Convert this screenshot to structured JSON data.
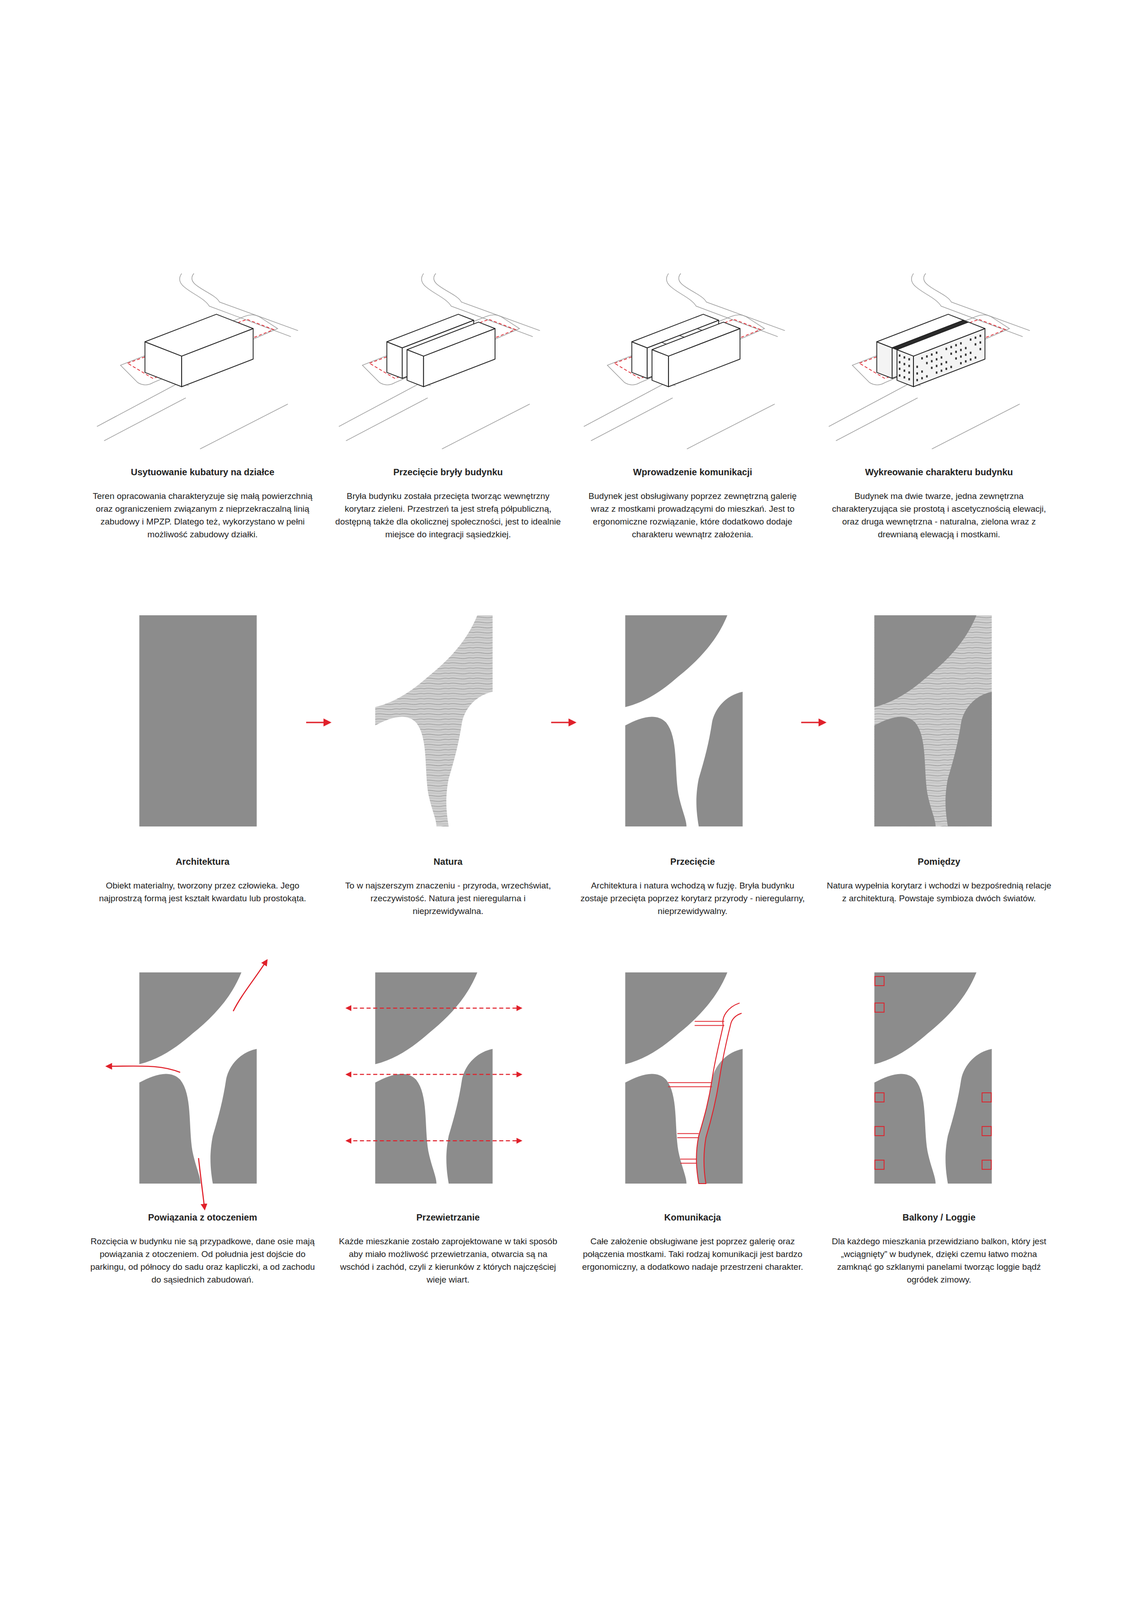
{
  "diagram": {
    "labels": [
      "Usytuowanie kubatury na działce",
      "Teren opracowania charakteryzuje się małą powierzchnią oraz ograniczeniem związanym z nieprzekraczalną linią zabudowy i MPZP. Dlatego też, wykorzystano w pełni możliwość zabudowy działki.",
      "Przecięcie bryły budynku",
      "Bryła budynku została przecięta tworząc wewnętrzny korytarz zieleni. Przestrzeń ta jest strefą półpubliczną, dostępną także dla okolicznej społeczności, jest to idealnie miejsce do integracji sąsiedzkiej.",
      "Wprowadzenie komunikacji",
      "Budynek jest obsługiwany poprzez zewnętrzną galerię wraz z mostkami prowadzącymi do mieszkań. Jest to ergonomiczne rozwiązanie, które dodatkowo dodaje charakteru wewnątrz założenia.",
      "Wykreowanie charakteru budynku",
      "Budynek ma dwie twarze, jedna zewnętrzna charakteryzująca sie prostotą i ascetycznością elewacji, oraz druga wewnętrzna - naturalna, zielona wraz z drewnianą elewacją i mostkami.",
      "Architektura",
      "Obiekt materialny, tworzony przez człowieka. Jego najprostrzą formą jest kształt kwardatu lub prostokąta.",
      "Natura",
      "To w najszerszym znaczeniu - przyroda, wrzechświat, rzeczywistość. Natura jest nieregularna i nieprzewidywalna.",
      "Przecięcie",
      "Architektura i natura wchodzą w fuzję. Bryła budynku zostaje przecięta poprzez korytarz przyrody - nieregularny, nieprzewidywalny.",
      "Pomiędzy",
      "Natura wypełnia korytarz i wchodzi w bezpośrednią relacje z architekturą. Powstaje symbioza dwóch światów.",
      "Powiązania z otoczeniem",
      "Rozcięcia w budynku nie są przypadkowe, dane osie mają powiązania z otoczeniem. Od południa jest dojście do parkingu, od północy do sadu oraz kapliczki, a od zachodu do sąsiednich zabudowań.",
      "Przewietrzanie",
      "Każde mieszkanie zostało zaprojektowane w taki sposób aby miało możliwość przewietrzania, otwarcia są na wschód i zachód, czyli z kierunków z których najczęściej wieje wiart.",
      "Komunikacja",
      "Całe założenie obsługiwane jest poprzez galerię oraz połączenia mostkami. Taki rodzaj komunikacji jest bardzo ergonomiczny, a dodatkowo nadaje przestrzeni charakter.",
      "Balkony / Loggie",
      "Dla każdego mieszkania przewidziano balkon, który jest „wciągnięty” w budynek, dzięki czemu łatwo można zamknąć go szklanymi panelami tworząc loggie bądź ogródek zimowy."
    ]
  }
}
